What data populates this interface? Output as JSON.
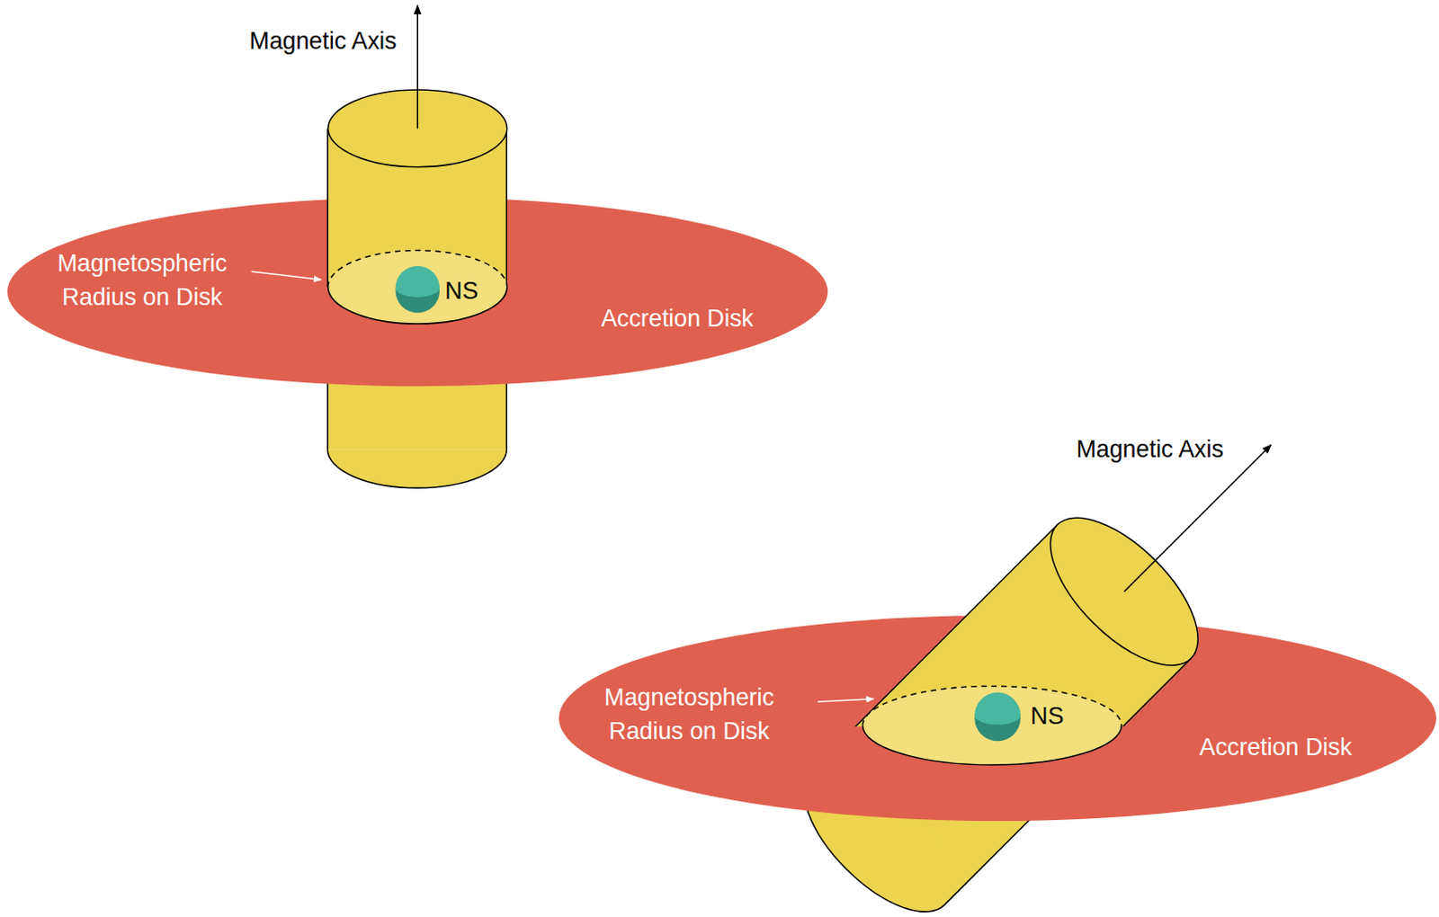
{
  "diagram": {
    "labels": [
      "Magnetic Axis",
      "Magnetospheric Radius on Disk",
      "NS",
      "Accretion Disk",
      "Magnetic Axis",
      "Magnetospheric Radius on Disk",
      "NS",
      "Accretion Disk"
    ]
  }
}
